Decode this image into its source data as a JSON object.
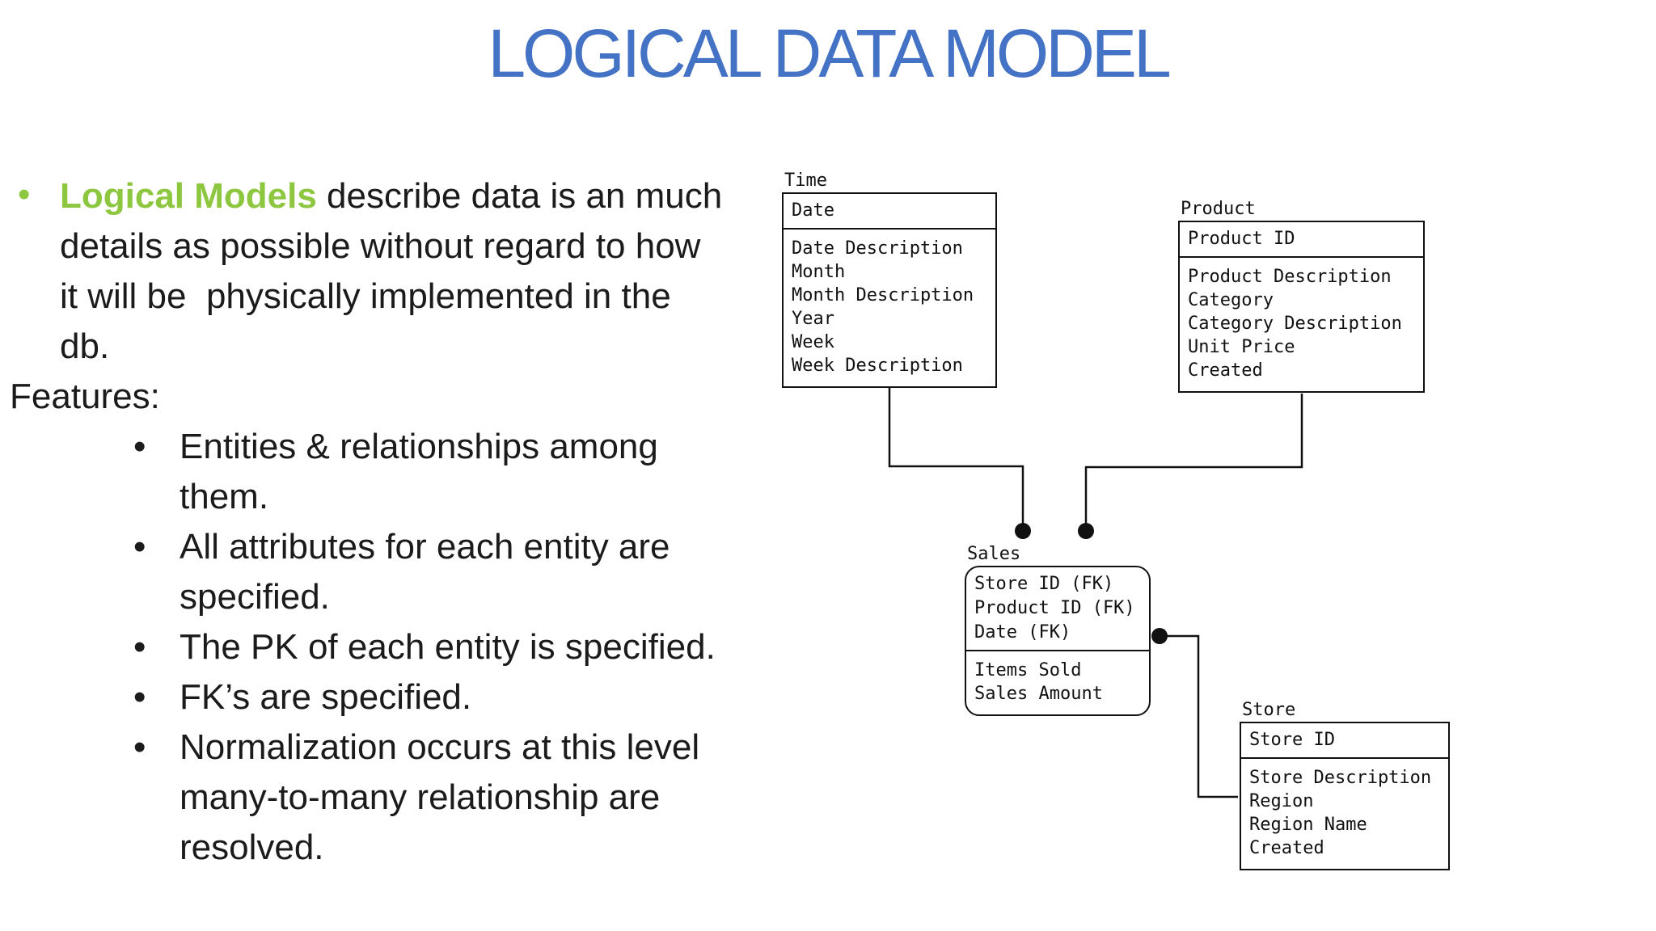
{
  "slide": {
    "title": "LOGICAL DATA MODEL",
    "intro": {
      "bullet_glyph": "•",
      "highlight": "Logical Models",
      "first_line_rest": " describe data is an much",
      "wrap_lines": [
        "details as possible without regard to how",
        "it will be  physically implemented in the",
        "db."
      ]
    },
    "features_label": "Features:",
    "feature_bullet_glyph": "•",
    "features": [
      {
        "lines": [
          "Entities & relationships among",
          "them."
        ]
      },
      {
        "lines": [
          "All attributes for each entity are",
          "specified."
        ]
      },
      {
        "lines": [
          "The PK of each entity is specified."
        ]
      },
      {
        "lines": [
          "FK’s are specified."
        ]
      },
      {
        "lines": [
          "Normalization occurs at this level",
          "many-to-many relationship are",
          "resolved."
        ]
      }
    ]
  },
  "colors": {
    "title_blue": "#4472C4",
    "highlight_green": "#8DC63F",
    "body_text": "#1b1b1b",
    "diagram_ink": "#111111",
    "shadow_gray": "#9a9a9a"
  },
  "diagram": {
    "entities": [
      {
        "id": "time",
        "name": "Time",
        "shape": "square",
        "keys": [
          "Date"
        ],
        "attributes": [
          "Date Description",
          "Month",
          "Month Description",
          "Year",
          "Week",
          "Week Description"
        ]
      },
      {
        "id": "product",
        "name": "Product",
        "shape": "square",
        "keys": [
          "Product ID"
        ],
        "attributes": [
          "Product Description",
          "Category",
          "Category Description",
          "Unit Price",
          "Created"
        ]
      },
      {
        "id": "sales",
        "name": "Sales",
        "shape": "rounded",
        "keys": [
          "Store ID (FK)",
          "Product ID (FK)",
          "Date (FK)"
        ],
        "attributes": [
          "Items Sold",
          "Sales Amount"
        ]
      },
      {
        "id": "store",
        "name": "Store",
        "shape": "square",
        "keys": [
          "Store ID"
        ],
        "attributes": [
          "Store Description",
          "Region",
          "Region Name",
          "Created"
        ]
      }
    ],
    "relationships": [
      {
        "from": "Time",
        "to": "Sales"
      },
      {
        "from": "Product",
        "to": "Sales"
      },
      {
        "from": "Sales",
        "to": "Store"
      }
    ]
  }
}
